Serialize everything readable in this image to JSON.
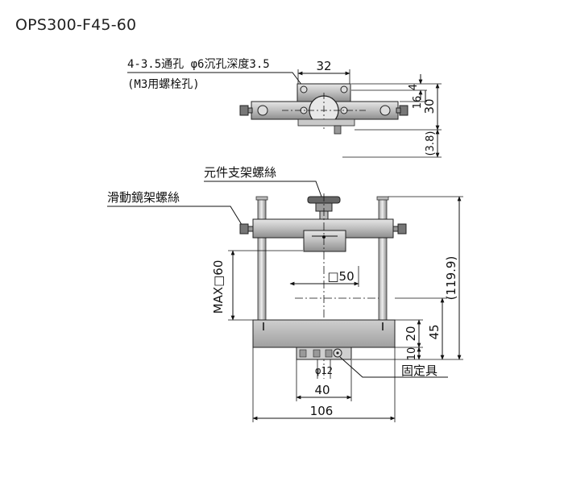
{
  "title": "OPS300-F45-60",
  "top_view": {
    "hole_note_line1": "4-3.5通孔 φ6沉孔深度3.5",
    "hole_note_line2": "(M3用螺栓孔)",
    "dim_32": "32",
    "dim_4": "4",
    "dim_16": "16",
    "dim_30": "30",
    "dim_3_8": "(3.8)"
  },
  "front_view": {
    "label_element_screw": "元件支架螺絲",
    "label_slide_screw": "滑動鏡架螺絲",
    "label_fixture": "固定具",
    "dim_max60": "MAX□60",
    "dim_sq50": "□50",
    "dim_119_9": "(119.9)",
    "dim_20": "20",
    "dim_45": "45",
    "dim_10": "10",
    "dim_phi12": "φ12",
    "dim_40": "40",
    "dim_106": "106"
  }
}
